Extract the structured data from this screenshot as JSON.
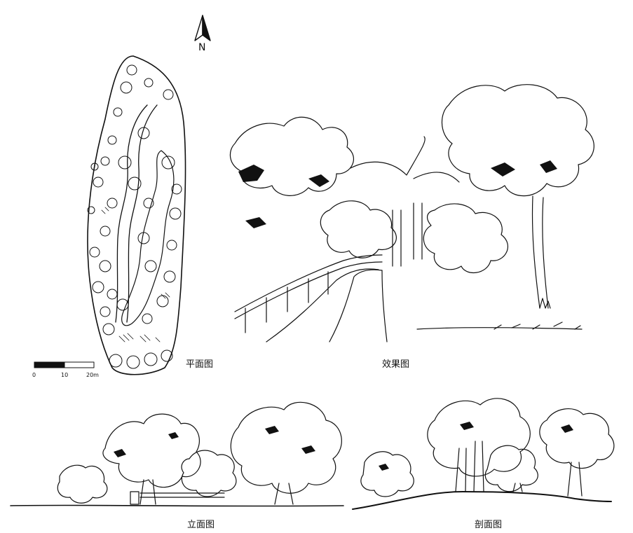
{
  "north": {
    "letter": "N"
  },
  "scale_bar": {
    "ticks": [
      "0",
      "10",
      "20m"
    ]
  },
  "captions": {
    "plan": "平面图",
    "perspective": "效果图",
    "elevation": "立面图",
    "section": "剖面图"
  }
}
